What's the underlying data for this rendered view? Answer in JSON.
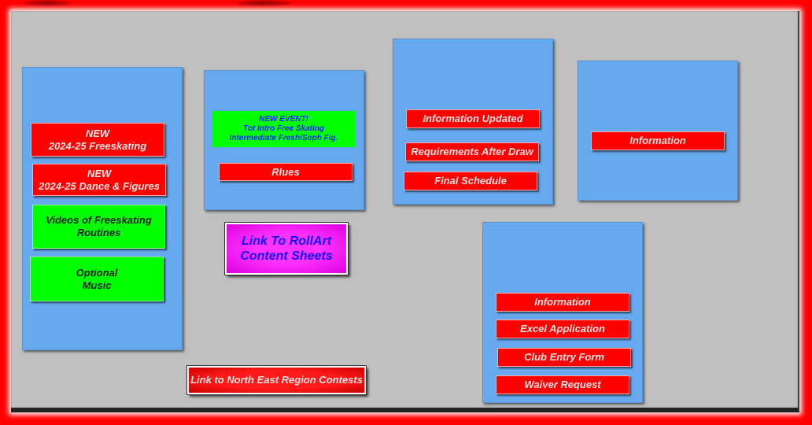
{
  "panel1": {
    "new_freeskating": [
      "NEW",
      "2024-25 Freeskating"
    ],
    "new_dance_figures": [
      "NEW",
      "2024-25 Dance & Figures"
    ],
    "videos": [
      "Videos of Freeskating",
      "Routines"
    ],
    "optional_music": [
      "Optional",
      "Music"
    ]
  },
  "panel2": {
    "new_event": [
      "NEW  EVENT!",
      "Tot Intro Free Skating",
      "Intermediate Fresh/Soph Fig."
    ],
    "rules": "Rlues"
  },
  "rollart": [
    "Link To RollArt",
    "Content Sheets"
  ],
  "north_east": "Link to North East Region Contests",
  "panel3": {
    "info_updated": "Information Updated",
    "requirements": "Requirements After Draw",
    "final_schedule": "Final Schedule"
  },
  "panel4": {
    "information": "Information"
  },
  "panel5": {
    "information": "Information",
    "excel_application": "Excel Application",
    "club_entry_form": "Club Entry Form",
    "waiver_request": "Waiver Request"
  },
  "colors": {
    "background": "#ff0000",
    "frame": "#c0c0c0",
    "panel": "#66a9ee",
    "red_button": "#ff0000",
    "green_button": "#00ff00",
    "magenta_button": "#ff33ff"
  }
}
